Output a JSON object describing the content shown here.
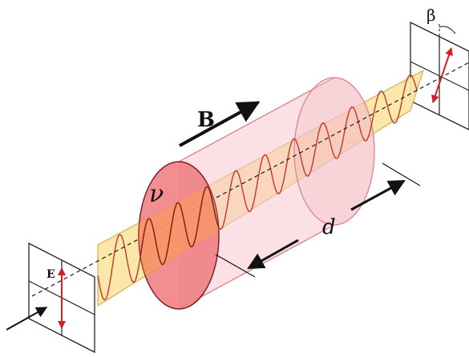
{
  "labels": {
    "magnetic_field": "B",
    "electric_field": "E",
    "verdet_constant": "ν",
    "length": "d",
    "rotation_angle": "β"
  },
  "colors": {
    "beam_fill": "#fbe6a3",
    "wave": "#c0392b",
    "cylinder_fill": "#f7c9cf",
    "cylinder_stroke": "#d98a96",
    "front_face": "#ef7a7f",
    "arrow": "#111111",
    "polarization_arrow": "#d81e25"
  }
}
